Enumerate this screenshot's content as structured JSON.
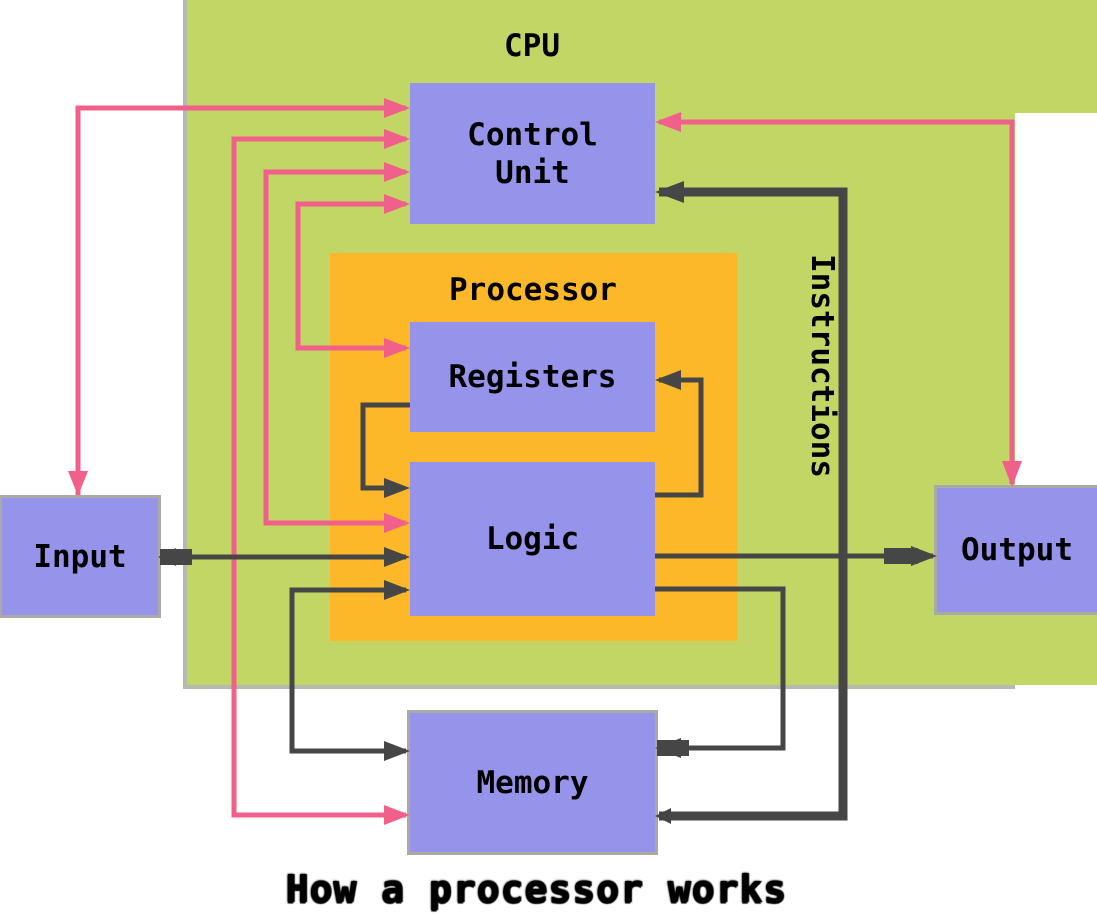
{
  "diagram": {
    "cpu_label": "CPU",
    "processor_label": "Processor",
    "boxes": {
      "control_unit": "Control\nUnit",
      "registers": "Registers",
      "logic": "Logic",
      "memory": "Memory",
      "input": "Input",
      "output": "Output"
    },
    "flow_label": "Instructions",
    "caption": "How a processor works",
    "colors": {
      "cpu_region": "#c2d666",
      "processor_region": "#fcb828",
      "component_box": "#9593ea",
      "control_flow_line": "#f0608a",
      "data_flow_line": "#464646",
      "box_border_gray": "#a9aaa4",
      "background": "#ffffff",
      "text": "#000000"
    }
  }
}
